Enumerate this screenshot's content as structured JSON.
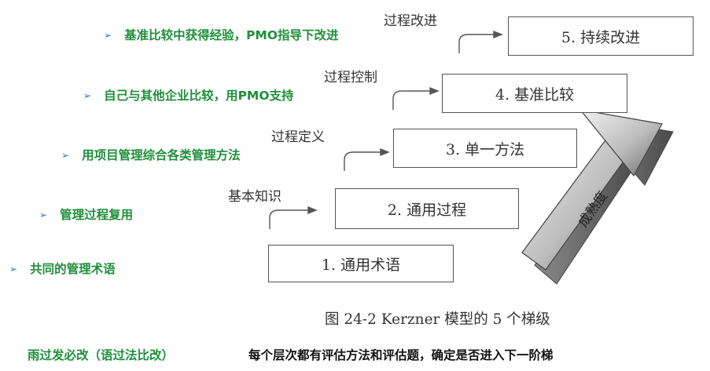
{
  "bullets": [
    {
      "marker": "➢",
      "text": "基准比较中获得经验，PMO指导下改进"
    },
    {
      "marker": "➢",
      "text": "自己与其他企业比较，用PMO支持"
    },
    {
      "marker": "➢",
      "text": "用项目管理综合各类管理方法"
    },
    {
      "marker": "➢",
      "text": "管理过程复用"
    },
    {
      "marker": "➢",
      "text": "共同的管理术语"
    }
  ],
  "levels": [
    {
      "label": "1. 通用术语",
      "process": ""
    },
    {
      "label": "2. 通用过程",
      "process": "基本知识"
    },
    {
      "label": "3. 单一方法",
      "process": "过程定义"
    },
    {
      "label": "4. 基准比较",
      "process": "过程控制"
    },
    {
      "label": "5. 持续改进",
      "process": "过程改进"
    }
  ],
  "arrow_text": "成熟度",
  "caption": "图 24-2   Kerzner 模型的 5 个梯级",
  "footer": {
    "left": "雨过发必改（语过法比改）",
    "right": "每个层次都有评估方法和评估题，确定是否进入下一阶梯"
  },
  "colors": {
    "bullet_text": "#1f8f3a",
    "bullet_marker": "#1f6fd1",
    "footer_left": "#1f8f3a",
    "footer_right": "#111111"
  }
}
